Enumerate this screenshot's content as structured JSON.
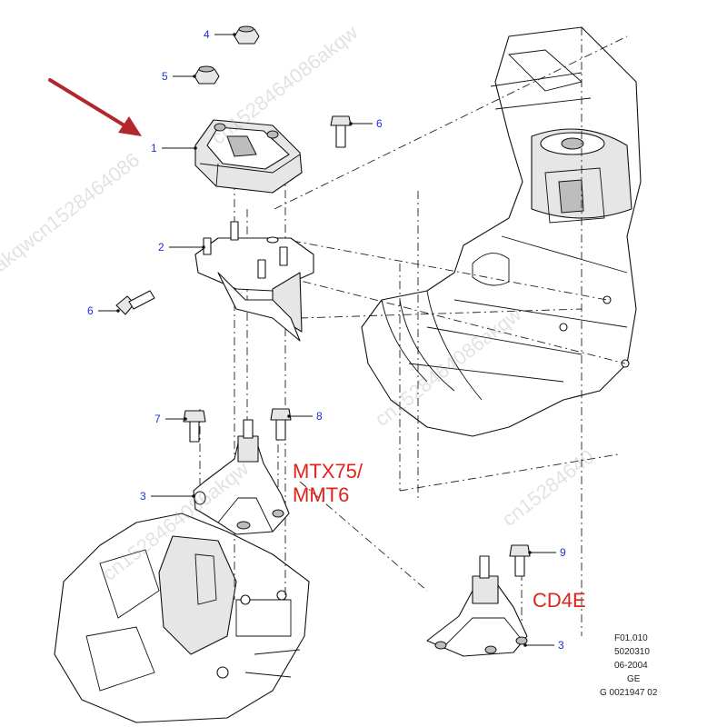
{
  "callouts": {
    "c1": "1",
    "c2": "2",
    "c3a": "3",
    "c3b": "3",
    "c4": "4",
    "c5": "5",
    "c6a": "6",
    "c6b": "6",
    "c7": "7",
    "c8": "8",
    "c9": "9"
  },
  "variants": {
    "mtx_line1": "MTX75/",
    "mtx_line2": "MMT6",
    "cd4e": "CD4E"
  },
  "reference": {
    "line1": "F01.010",
    "line2": "5020310",
    "line3": "06-2004",
    "line4": "GE",
    "line5": "G 0021947 02"
  },
  "watermark": {
    "text1": "cn1528464086akqw",
    "text2": "akqwcn1528464086",
    "text3": "cn15284640"
  },
  "colors": {
    "callout": "#1f2fd6",
    "variant_label": "#e0241b",
    "pointer_arrow": "#b3262c"
  }
}
